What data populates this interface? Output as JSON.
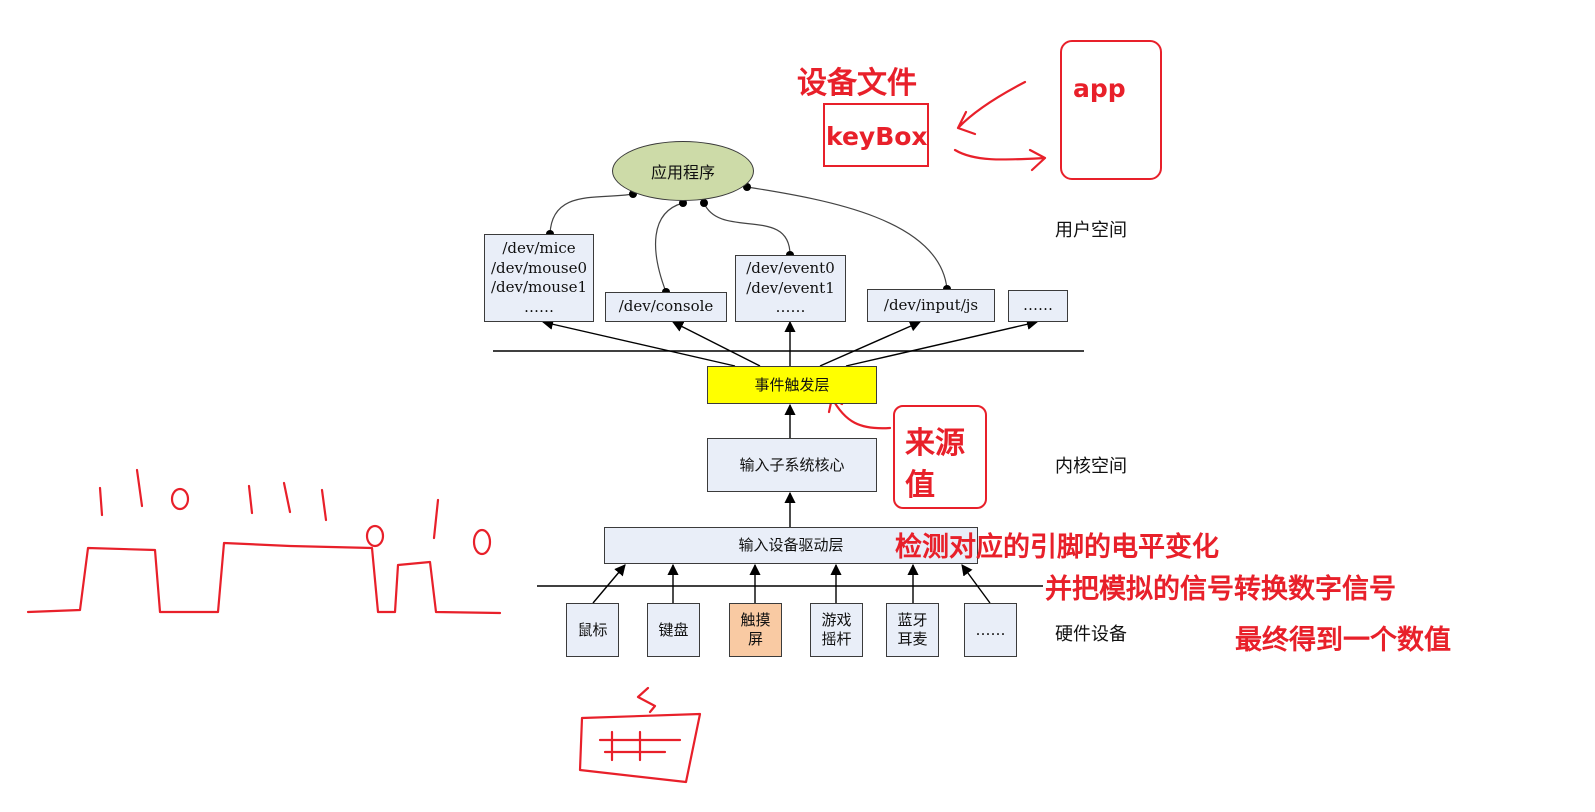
{
  "annotations": {
    "device_file_label": "设备文件",
    "keybox": "keyBox",
    "app": "app",
    "source_value": [
      "来源",
      "值"
    ],
    "detect_line": "检测对应的引脚的电平变化",
    "convert_line": "并把模拟的信号转换数字信号",
    "final_line": "最终得到一个数值"
  },
  "diagram": {
    "application": "应用程序",
    "user_space": "用户空间",
    "kernel_space": "内核空间",
    "hardware": "硬件设备",
    "dev_nodes": {
      "mice": [
        "/dev/mice",
        "/dev/mouse0",
        "/dev/mouse1",
        "……"
      ],
      "console": [
        "/dev/console"
      ],
      "event": [
        "/dev/event0",
        "/dev/event1",
        "……"
      ],
      "input_js": [
        "/dev/input/js"
      ],
      "more": [
        "……"
      ]
    },
    "layers": {
      "event_handler": "事件触发层",
      "core": "输入子系统核心",
      "driver": "输入设备驱动层"
    },
    "devices": [
      "鼠标",
      "键盘",
      "触摸屏",
      "游戏摇杆",
      "蓝牙耳麦",
      "……"
    ]
  },
  "colors": {
    "annotation_red": "#e8202a",
    "box_fill": "#e9eef8",
    "event_layer_fill": "#ffff00",
    "touchscreen_fill": "#f9caa3",
    "ellipse_fill": "#cddba8"
  }
}
